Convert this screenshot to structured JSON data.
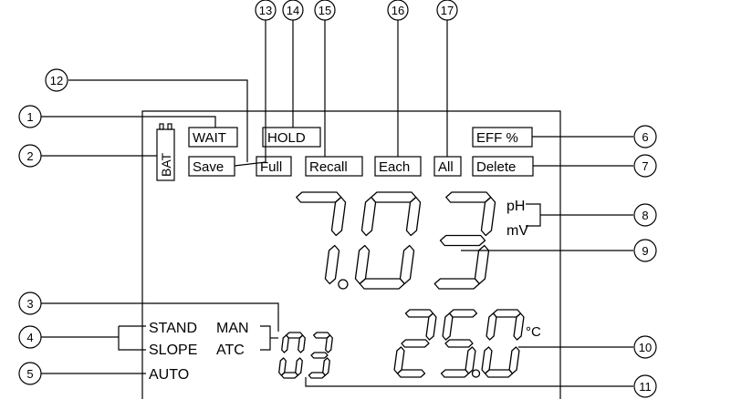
{
  "indicators": {
    "wait": "WAIT",
    "save": "Save",
    "hold": "HOLD",
    "full": "Full",
    "recall": "Recall",
    "each": "Each",
    "all": "All",
    "eff": "EFF %",
    "delete": "Delete",
    "bat": "BAT",
    "ph": "pH",
    "mv": "mV",
    "stand": "STAND",
    "man": "MAN",
    "slope": "SLOPE",
    "atc": "ATC",
    "auto": "AUTO",
    "celsius": "°C"
  },
  "readings": {
    "main": "7.03",
    "temperature": "25.0",
    "index": "03"
  },
  "callouts": [
    "1",
    "2",
    "3",
    "4",
    "5",
    "6",
    "7",
    "8",
    "9",
    "10",
    "11",
    "12",
    "13",
    "14",
    "15",
    "16",
    "17"
  ]
}
